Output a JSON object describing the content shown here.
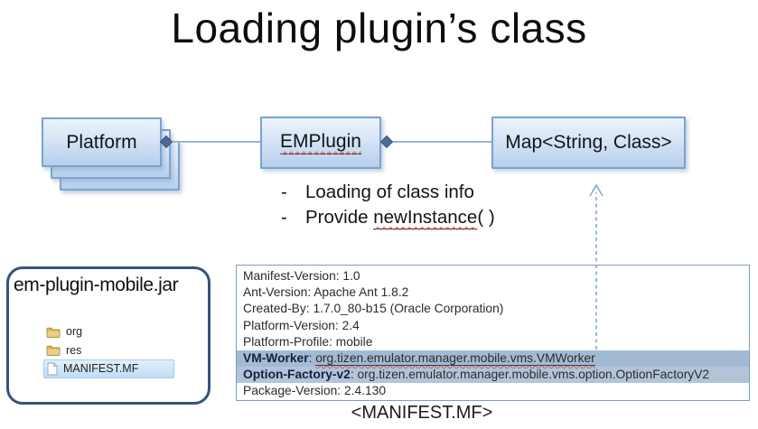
{
  "title": "Loading plugin’s class",
  "diagram": {
    "platform_box": {
      "label": "Platform"
    },
    "emplugin_box": {
      "label": "EMPlugin"
    },
    "map_box": {
      "label": "Map<String, Class>"
    },
    "bullets": {
      "dash": "-",
      "item1": "Loading of class info",
      "item2_prefix": "Provide ",
      "item2_underlined": "newInstance",
      "item2_suffix": "( )"
    }
  },
  "jar_panel": {
    "title": "em-plugin-mobile.jar",
    "items": [
      {
        "name": "org",
        "type": "folder"
      },
      {
        "name": "res",
        "type": "folder"
      },
      {
        "name": "MANIFEST.MF",
        "type": "file",
        "selected": true
      }
    ]
  },
  "manifest": {
    "lines": [
      {
        "text": "Manifest-Version: 1.0"
      },
      {
        "text": "Ant-Version: Apache Ant 1.8.2"
      },
      {
        "text": "Created-By: 1.7.0_80-b15 (Oracle Corporation)"
      },
      {
        "text": "Platform-Version: 2.4"
      },
      {
        "text": "Platform-Profile: mobile"
      },
      {
        "key": "VM-Worker",
        "sep": ": ",
        "value": "org.tizen.emulator.manager.mobile.vms.VMWorker",
        "highlighted": true
      },
      {
        "key": "Option-Factory-v2",
        "sep": ": ",
        "value": "org.tizen.emulator.manager.mobile.vms.option.OptionFactoryV2",
        "highlighted": true
      },
      {
        "text": "Package-Version: 2.4.130"
      }
    ],
    "caption": "<MANIFEST.MF>"
  },
  "icons": {
    "folder_icon": "yellow-folder",
    "file_icon": "blank-document",
    "diamond_connector": "filled-diamond",
    "arrow": "dashed-arrow-up"
  },
  "colors": {
    "box_border": "#7ba2d0",
    "box_fill_top": "#ecf3fc",
    "box_fill_bottom": "#b5cfec",
    "connector_line": "#9cb6d4",
    "diamond": "#4c6b96",
    "arrow": "#7da7dc",
    "highlight_row_dark": "#a3bad4",
    "highlight_row_light": "#b3c4da",
    "jar_border": "#33547e",
    "selection_fill": "#cfe6f8",
    "wavy_underline": "#d95f5a"
  }
}
